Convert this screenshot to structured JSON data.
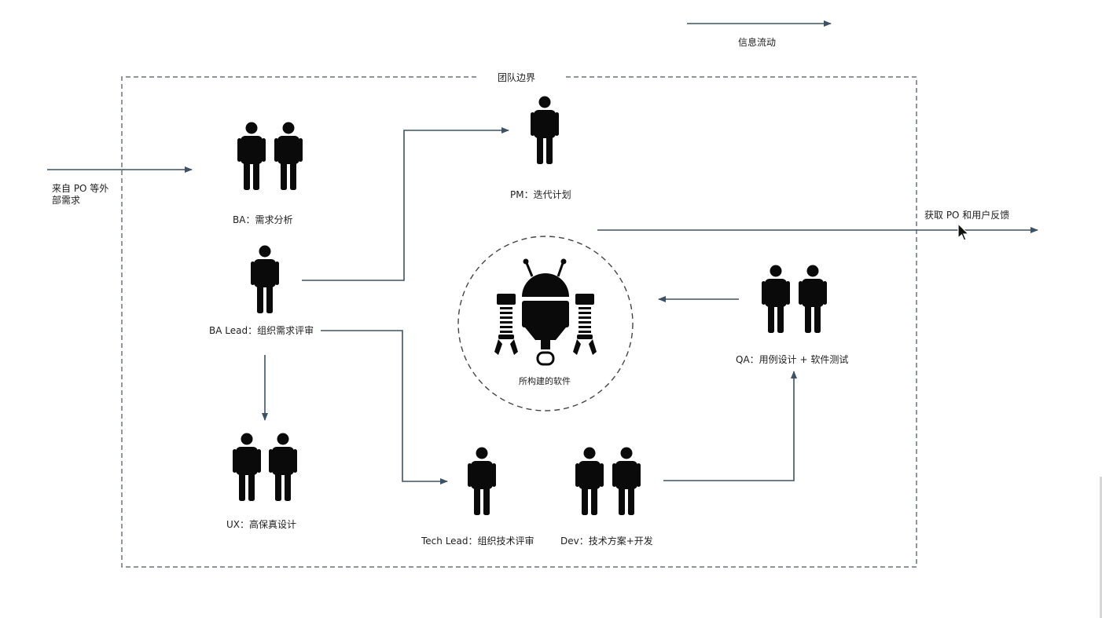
{
  "legend": {
    "label": "信息流动"
  },
  "boundary": {
    "label": "团队边界"
  },
  "external": {
    "input_label_line1": "来自 PO 等外",
    "input_label_line2": "部需求",
    "output_label": "获取 PO 和用户反馈"
  },
  "roles": {
    "ba": {
      "label": "BA：需求分析",
      "people": 2
    },
    "pm": {
      "label": "PM：迭代计划",
      "people": 1
    },
    "ba_lead": {
      "label": "BA Lead：组织需求评审",
      "people": 1
    },
    "ux": {
      "label": "UX：高保真设计",
      "people": 2
    },
    "tech_lead": {
      "label": "Tech Lead：组织技术评审",
      "people": 1
    },
    "dev": {
      "label": "Dev：技术方案+开发",
      "people": 2
    },
    "qa": {
      "label": "QA：用例设计 + 软件测试",
      "people": 2
    }
  },
  "center": {
    "label": "所构建的软件",
    "icon": "robot-icon"
  },
  "colors": {
    "arrow": "#3e5266",
    "boundary": "#6b7480",
    "figure": "#0a0a0a"
  }
}
